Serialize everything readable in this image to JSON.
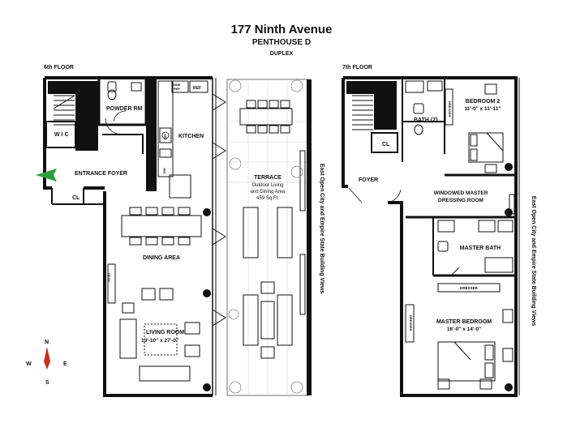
{
  "title": "177 Ninth Avenue",
  "unit": "PENTHOUSE D",
  "type": "DUPLEX",
  "floors": [
    {
      "label": "6th FLOOR"
    },
    {
      "label": "7th FLOOR"
    }
  ],
  "rooms6": {
    "wic": "W I C",
    "powder": "POWDER RM",
    "kitchen": "KITCHEN",
    "foyer": "ENTRANCE FOYER",
    "closet": "CL",
    "dining": "DINING AREA",
    "desk": "DESK",
    "living_name": "LIVING ROOM",
    "living_dims": "13'-10\" x 27'-0\"",
    "wine": "WINE",
    "wine_ref": "REF",
    "ref": "REF",
    "oven": "O/M",
    "dw": "DW",
    "terrace_name": "TERRACE",
    "terrace_l1": "Outdoor Living",
    "terrace_l2": "and Dining Area",
    "terrace_area": "459 Sq.Ft."
  },
  "rooms7": {
    "bath2": "BATH (2)",
    "dresser_a": "DRESSER",
    "bedroom2_name": "BEDROOM 2",
    "bedroom2_dims": "11'-0\" x 11'-11\"",
    "closet": "CL",
    "foyer": "FOYER",
    "dressing_l1": "WINDOWED MASTER",
    "dressing_l2": "DRESSING ROOM",
    "master_bath": "MASTER BATH",
    "dresser_b": "DRESSER",
    "dresser_c": "DRESSER",
    "master_name": "MASTER BEDROOM",
    "master_dims": "16'-0\" x 14'-0\""
  },
  "views_left": "East Open City and Empire State Building Views",
  "views_right": "East Open City and Empire State Building Views",
  "compass": {
    "n": "N",
    "e": "E",
    "s": "S",
    "w": "W"
  },
  "colors": {
    "wall": "#111111",
    "entry_arrow": "#2e9d3a",
    "compass_needle": "#c8301f"
  }
}
